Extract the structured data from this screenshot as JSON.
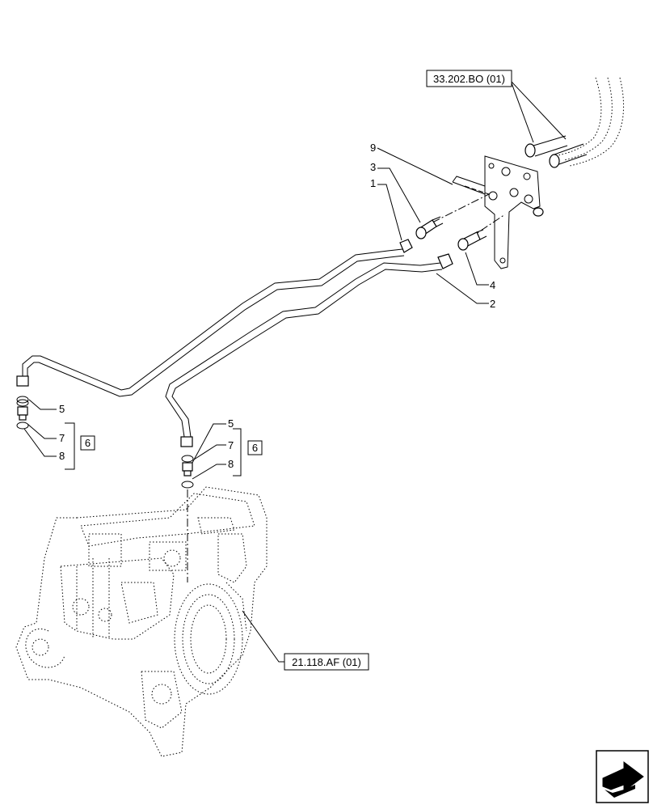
{
  "references": {
    "top_ref": "33.202.BO (01)",
    "bottom_ref": "21.118.AF (01)"
  },
  "callouts": {
    "c9": "9",
    "c3": "3",
    "c1": "1",
    "c4": "4",
    "c2": "2",
    "left_5": "5",
    "left_7": "7",
    "left_8": "8",
    "left_6": "6",
    "mid_5": "5",
    "mid_7": "7",
    "mid_8": "8",
    "mid_6": "6"
  },
  "icons": {
    "nav": "next-page-arrow-icon"
  }
}
